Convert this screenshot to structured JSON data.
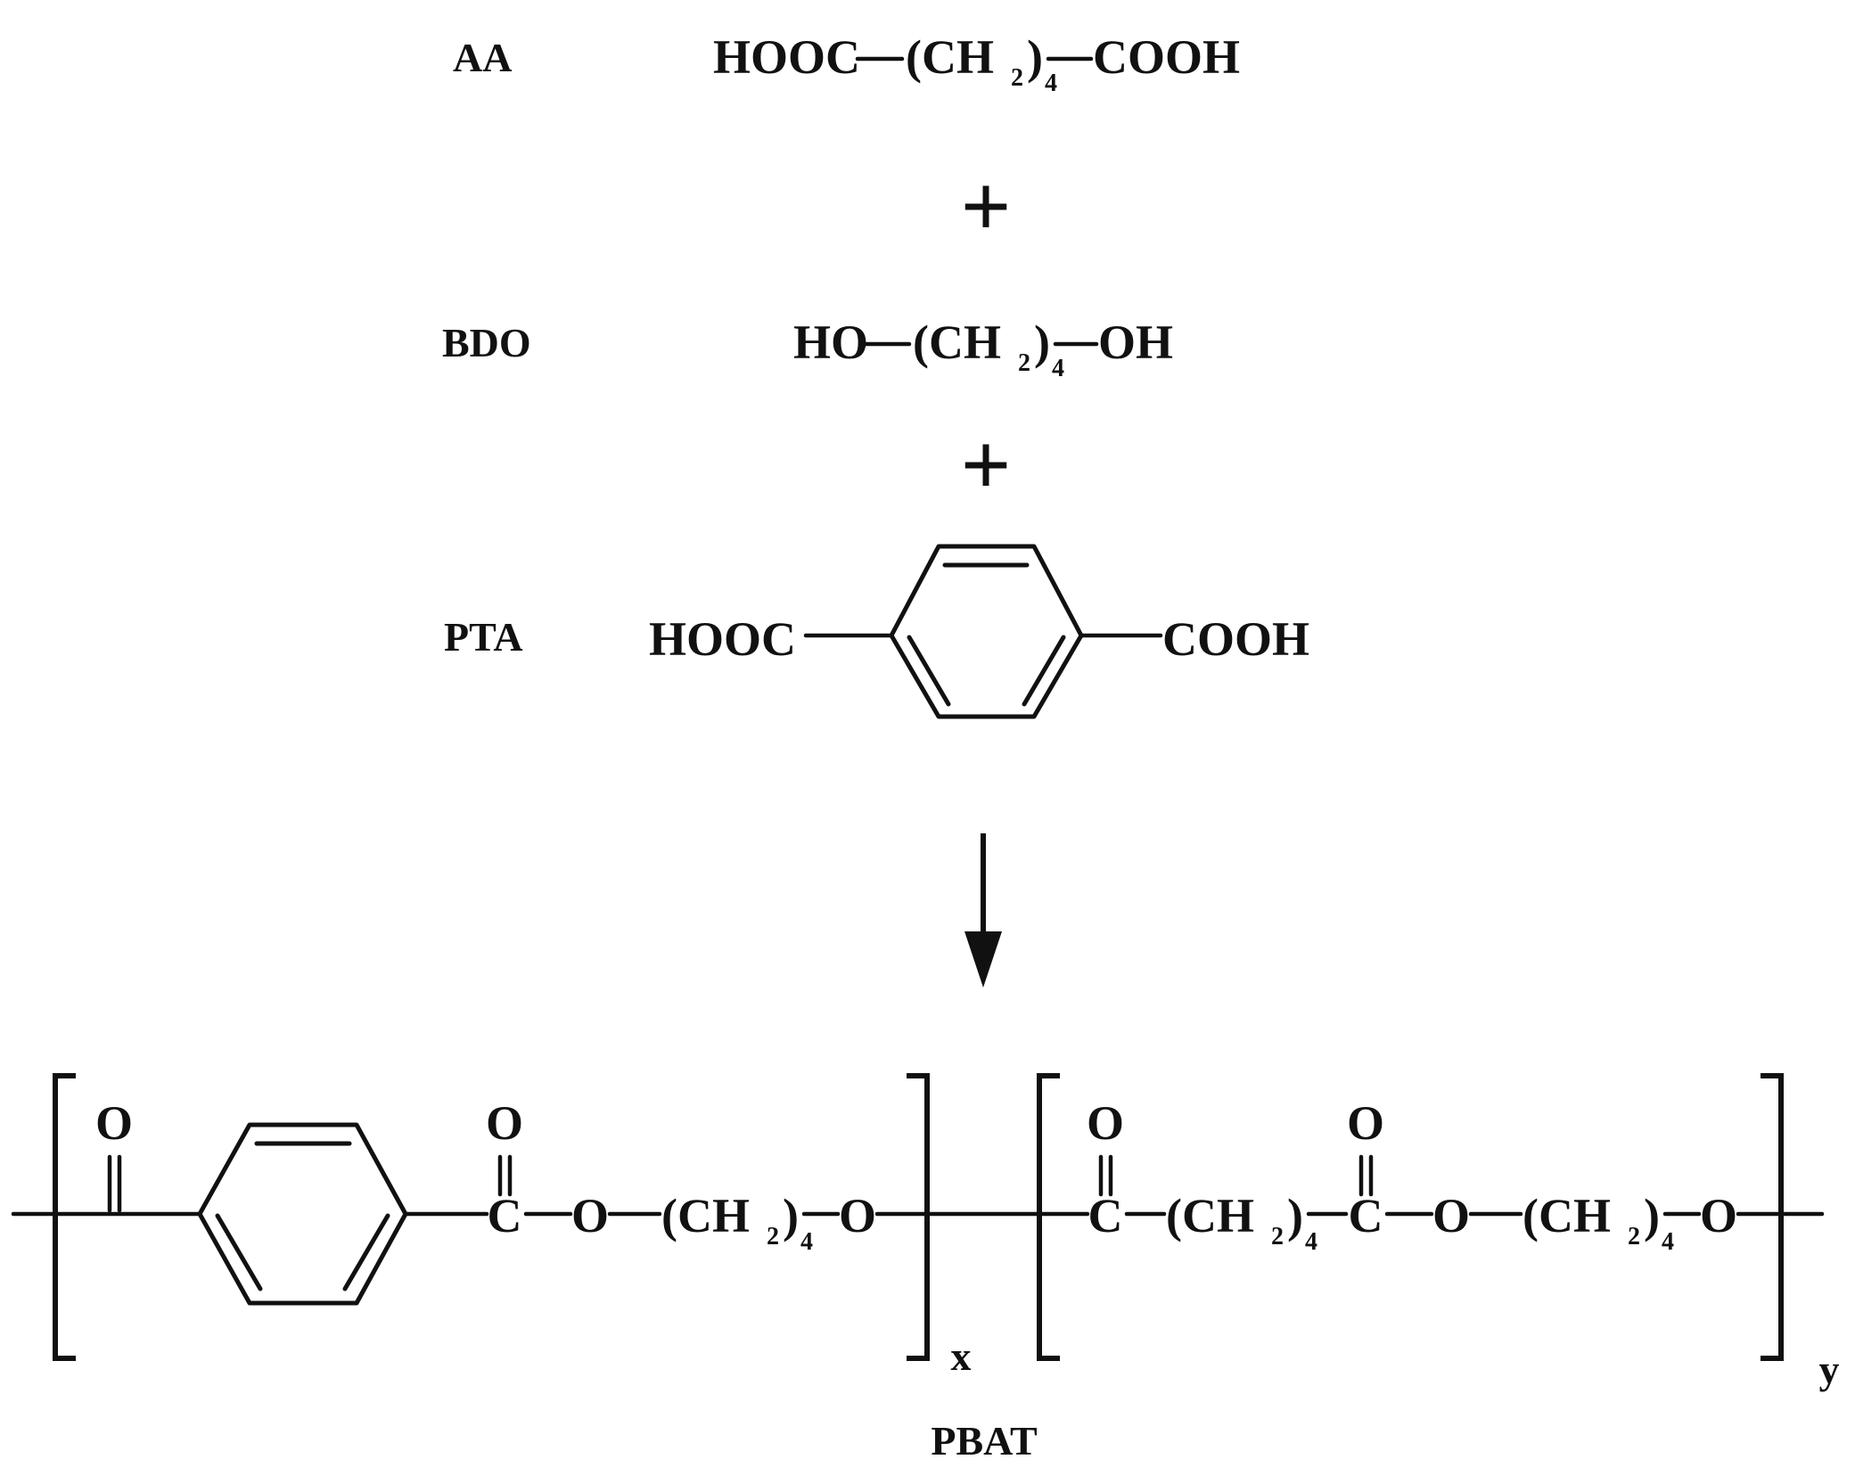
{
  "reactants": [
    {
      "label": "AA",
      "formula_left": "HOOC",
      "repeat_unit": "(CH",
      "repeat_sub": "2",
      "repeat_close": ")",
      "repeat_n": "4",
      "formula_right": "COOH"
    },
    {
      "label": "BDO",
      "formula_left": "HO",
      "repeat_unit": "(CH",
      "repeat_sub": "2",
      "repeat_close": ")",
      "repeat_n": "4",
      "formula_right": "OH"
    },
    {
      "label": "PTA",
      "formula_left": "HOOC",
      "formula_right": "COOH"
    }
  ],
  "plus_sign": "+",
  "product": {
    "name": "PBAT",
    "oxygen": "O",
    "carbon": "C",
    "repeat_unit": "(CH",
    "repeat_sub": "2",
    "repeat_close": ")",
    "repeat_n": "4",
    "block1_subscript": "x",
    "block2_subscript": "y"
  }
}
